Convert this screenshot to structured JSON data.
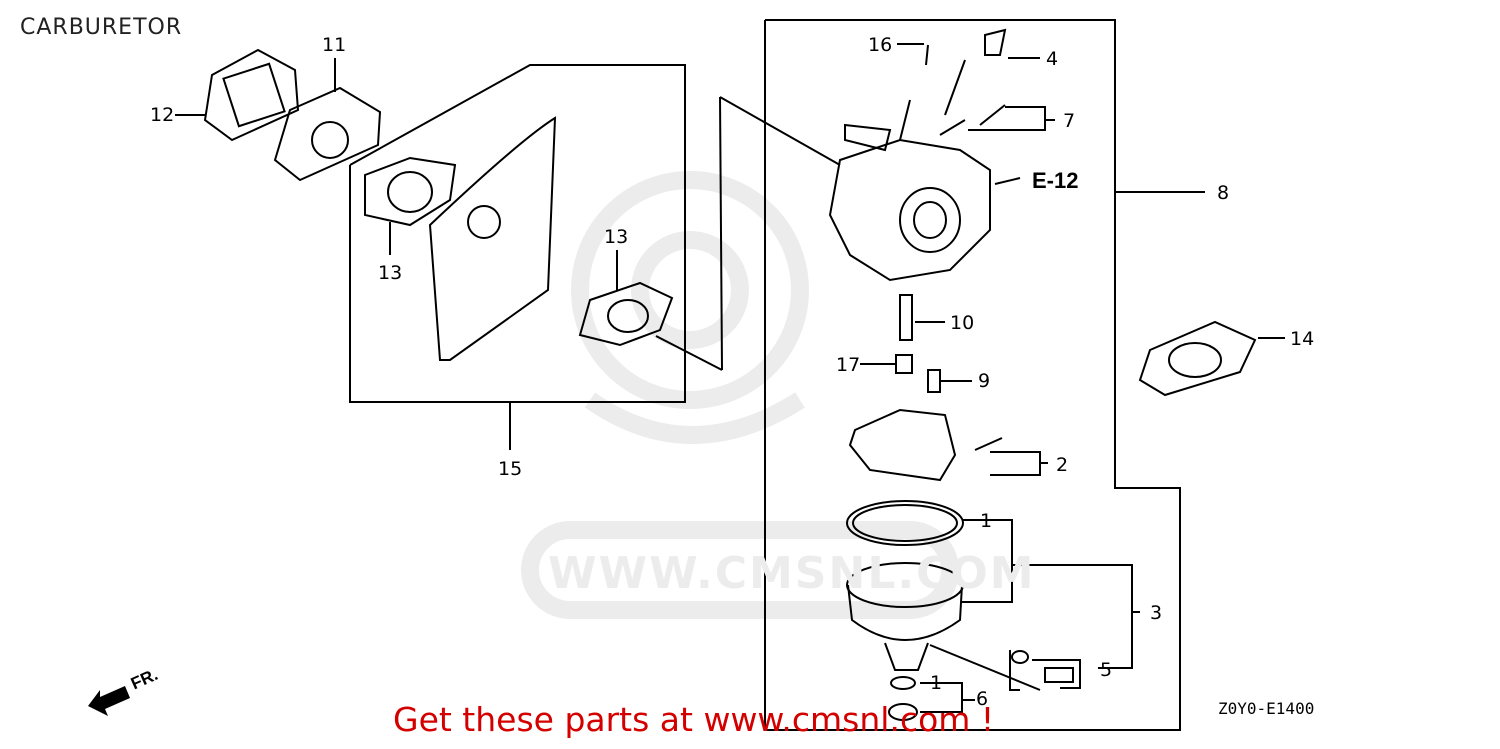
{
  "title": "CARBURETOR",
  "callouts": {
    "c1a": "1",
    "c1b": "1",
    "c2": "2",
    "c3": "3",
    "c4": "4",
    "c5": "5",
    "c6": "6",
    "c7": "7",
    "c8": "8",
    "c9": "9",
    "c10": "10",
    "c11": "11",
    "c12": "12",
    "c13a": "13",
    "c13b": "13",
    "c14": "14",
    "c15": "15",
    "c16": "16",
    "c17": "17"
  },
  "reference": "E-12",
  "direction_label": "FR.",
  "diagram_code": "Z0Y0-E1400",
  "promo": "Get these parts at www.cmsnl.com !",
  "watermark": "WWW.CMSNL.COM",
  "colors": {
    "line": "#000000",
    "promo": "#d40000",
    "watermark": "#ececec"
  }
}
